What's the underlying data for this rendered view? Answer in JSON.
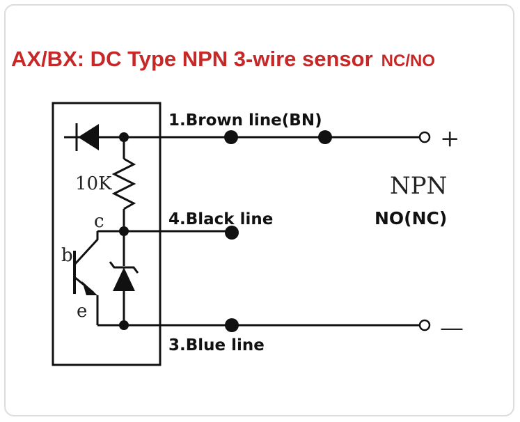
{
  "title": {
    "main": "AX/BX: DC Type NPN 3-wire sensor",
    "suffix": "NC/NO"
  },
  "wires": {
    "brown": "1.Brown line(BN)",
    "black": "4.Black line",
    "blue": "3.Blue line"
  },
  "components": {
    "resistor": "10K",
    "collector": "c",
    "base": "b",
    "emitter": "e"
  },
  "terminals": {
    "plus": "+",
    "minus": "—"
  },
  "type_label": "NPN",
  "mode_label": "NO(NC)"
}
